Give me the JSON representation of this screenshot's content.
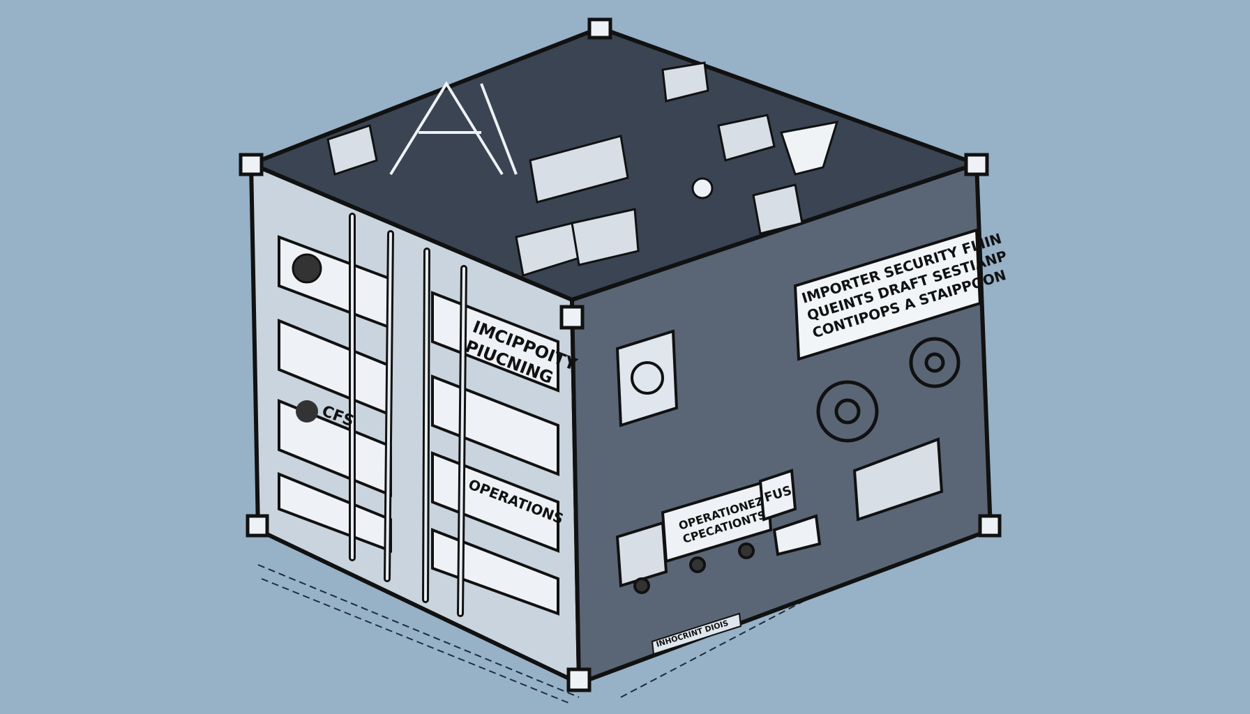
{
  "background_color": "#97b1c7",
  "ink_color": "#111111",
  "panel_color": "#e8edf2",
  "labels": {
    "side_sign": [
      "IMPORTER SECURITY FLIIN",
      "QUEINTS DRAFT SESTIANP",
      "CONTIPOPS A STAIPPOON"
    ],
    "door_sign_top": [
      "IMCIPPOITY",
      "PIUCNING"
    ],
    "door_cfs": "CFS",
    "door_operations": "OPERATIONS",
    "truck_sign": [
      "OPERATIONEZ",
      "CPECATIONTS"
    ],
    "fus_box": "FUS",
    "base_plate": "INHOCRINT DIOIS"
  }
}
